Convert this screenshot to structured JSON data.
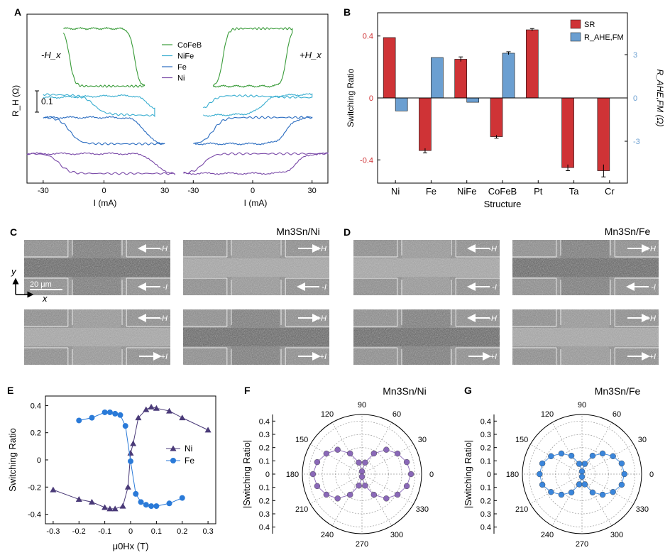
{
  "chart_data": [
    {
      "panel": "A",
      "type": "line",
      "ylabel": "R_H (Ω)",
      "xlabel": "I (mA)",
      "scale_bar_label": "0.1",
      "field_labels": [
        "-H_x",
        "+H_x"
      ],
      "subpanels": [
        {
          "field": "-H_x",
          "xlim": [
            -38,
            38
          ],
          "ticks": [
            -30,
            0,
            30
          ]
        },
        {
          "field": "+H_x",
          "xlim": [
            -38,
            38
          ],
          "ticks": [
            -30,
            0,
            30
          ]
        }
      ],
      "series": [
        {
          "name": "CoFeB",
          "color": "#3a9c3a"
        },
        {
          "name": "NiFe",
          "color": "#3aaed0"
        },
        {
          "name": "Fe",
          "color": "#2a6cc0"
        },
        {
          "name": "Ni",
          "color": "#7a4aa8"
        }
      ],
      "loops": [
        {
          "series": "CoFeB",
          "sub": 0,
          "high_x": [
            -20,
            12
          ],
          "x_range": [
            -20,
            20
          ],
          "sw": [
            -17,
            15
          ],
          "y": [
            0.93,
            0.58
          ],
          "tilt": 0
        },
        {
          "series": "CoFeB",
          "sub": 1,
          "high_x": [
            -12,
            20
          ],
          "x_range": [
            -20,
            20
          ],
          "sw": [
            -15,
            17
          ],
          "y": [
            0.93,
            0.58
          ],
          "tilt": 0
        },
        {
          "series": "NiFe",
          "sub": 0,
          "x_range": [
            -30,
            25
          ],
          "sw": [
            -5,
            22
          ],
          "y": [
            0.52,
            0.41
          ],
          "tilt": 0.01
        },
        {
          "series": "NiFe",
          "sub": 1,
          "x_range": [
            -25,
            30
          ],
          "sw": [
            -22,
            5
          ],
          "y": [
            0.52,
            0.41
          ],
          "tilt": 0.01
        },
        {
          "series": "Fe",
          "sub": 0,
          "x_range": [
            -30,
            30
          ],
          "sw": [
            -17,
            20
          ],
          "y": [
            0.39,
            0.23
          ],
          "tilt": 0
        },
        {
          "series": "Fe",
          "sub": 1,
          "x_range": [
            -30,
            30
          ],
          "sw": [
            -20,
            17
          ],
          "y": [
            0.39,
            0.23
          ],
          "tilt": 0
        },
        {
          "series": "Ni",
          "sub": 0,
          "x_range": [
            -38,
            35
          ],
          "sw": [
            -22,
            25
          ],
          "y": [
            0.17,
            0.05
          ],
          "tilt": 0
        },
        {
          "series": "Ni",
          "sub": 1,
          "x_range": [
            -35,
            38
          ],
          "sw": [
            -25,
            22
          ],
          "y": [
            0.17,
            0.05
          ],
          "tilt": 0
        }
      ]
    },
    {
      "panel": "B",
      "type": "bar",
      "categories": [
        "Ni",
        "Fe",
        "NiFe",
        "CoFeB",
        "Pt",
        "Ta",
        "Cr"
      ],
      "xlabel": "Structure",
      "ylabel": "Switching Ratio",
      "ylabel_right": "R_AHE,FM (Ω)",
      "ylim": [
        -0.55,
        0.55
      ],
      "ylim_right": [
        -5.9,
        5.9
      ],
      "yticks": [
        -0.4,
        0,
        0.4
      ],
      "yticks_right": [
        -3,
        0,
        3
      ],
      "series": [
        {
          "name": "SR",
          "axis": "left",
          "color": "#cf3336",
          "values": [
            0.39,
            -0.34,
            0.25,
            -0.25,
            0.44,
            -0.45,
            -0.47
          ],
          "errors": [
            0,
            0.015,
            0.015,
            0.01,
            0.008,
            0.02,
            0.04
          ]
        },
        {
          "name": "R_AHE,FM",
          "axis": "right",
          "color": "#6b9fd1",
          "values": [
            -0.9,
            2.8,
            -0.3,
            3.1,
            null,
            null,
            null
          ],
          "errors": [
            0,
            0,
            0,
            0.1,
            null,
            null,
            null
          ]
        }
      ],
      "legend": "top-right"
    },
    {
      "panel": "E",
      "type": "line",
      "xlabel": "μ0Hx (T)",
      "ylabel": "Switching Ratio",
      "xlim": [
        -0.33,
        0.33
      ],
      "ylim": [
        -0.47,
        0.47
      ],
      "xticks": [
        -0.3,
        -0.2,
        -0.1,
        0,
        0.1,
        0.2,
        0.3
      ],
      "yticks": [
        -0.4,
        -0.2,
        0,
        0.2,
        0.4
      ],
      "series": [
        {
          "name": "Ni",
          "color": "#4a3a78",
          "marker": "triangle",
          "x": [
            -0.3,
            -0.2,
            -0.15,
            -0.1,
            -0.08,
            -0.06,
            -0.03,
            -0.01,
            0,
            0.01,
            0.03,
            0.06,
            0.08,
            0.1,
            0.15,
            0.2,
            0.3
          ],
          "y": [
            -0.22,
            -0.29,
            -0.31,
            -0.35,
            -0.36,
            -0.36,
            -0.34,
            -0.2,
            0.05,
            0.12,
            0.31,
            0.37,
            0.39,
            0.38,
            0.36,
            0.31,
            0.22
          ]
        },
        {
          "name": "Fe",
          "color": "#2a7ad8",
          "marker": "circle",
          "x": [
            -0.2,
            -0.15,
            -0.1,
            -0.08,
            -0.06,
            -0.04,
            -0.02,
            0,
            0.02,
            0.04,
            0.06,
            0.08,
            0.1,
            0.15,
            0.2
          ],
          "y": [
            0.29,
            0.31,
            0.35,
            0.35,
            0.34,
            0.33,
            0.25,
            -0.01,
            -0.25,
            -0.31,
            -0.33,
            -0.34,
            -0.34,
            -0.32,
            -0.28
          ]
        }
      ],
      "legend": "right"
    },
    {
      "panel": "F",
      "type": "scatter",
      "title": "Mn3Sn/Ni",
      "ylabel": "|Switching Ratio|",
      "radial_max": 0.45,
      "radial_ticks": [
        0.4,
        0.3,
        0.2,
        0.1,
        0,
        0.1,
        0.2,
        0.3,
        0.4
      ],
      "angle_ticks": [
        0,
        30,
        60,
        90,
        120,
        150,
        180,
        210,
        240,
        270,
        300,
        330
      ],
      "color": "#8a68b8",
      "theta": [
        0,
        15,
        30,
        45,
        60,
        75,
        90,
        105,
        120,
        135,
        150,
        165,
        180,
        195,
        210,
        225,
        240,
        255,
        270,
        285,
        300,
        315,
        330,
        345
      ],
      "r": [
        0.37,
        0.35,
        0.31,
        0.26,
        0.18,
        0.09,
        0.02,
        0.09,
        0.18,
        0.26,
        0.31,
        0.35,
        0.37,
        0.35,
        0.31,
        0.26,
        0.18,
        0.09,
        0.02,
        0.09,
        0.18,
        0.26,
        0.31,
        0.35
      ]
    },
    {
      "panel": "G",
      "type": "scatter",
      "title": "Mn3Sn/Fe",
      "ylabel": "|Switching Ratio|",
      "radial_max": 0.45,
      "radial_ticks": [
        0.4,
        0.3,
        0.2,
        0.1,
        0,
        0.1,
        0.2,
        0.3,
        0.4
      ],
      "angle_ticks": [
        0,
        30,
        60,
        90,
        120,
        150,
        180,
        210,
        240,
        270,
        300,
        330
      ],
      "color": "#3a86dc",
      "theta": [
        0,
        15,
        30,
        45,
        60,
        75,
        90,
        105,
        120,
        135,
        150,
        165,
        180,
        195,
        210,
        225,
        240,
        255,
        270,
        285,
        300,
        315,
        330,
        345
      ],
      "r": [
        0.32,
        0.31,
        0.27,
        0.22,
        0.16,
        0.08,
        0.02,
        0.08,
        0.16,
        0.22,
        0.27,
        0.31,
        0.32,
        0.31,
        0.27,
        0.22,
        0.16,
        0.08,
        0.02,
        0.08,
        0.16,
        0.22,
        0.27,
        0.31
      ]
    }
  ],
  "panel_letters": [
    "A",
    "B",
    "C",
    "D",
    "E",
    "F",
    "G"
  ],
  "images": {
    "C": {
      "title": "Mn3Sn/Ni",
      "scale_bar": "20 μm",
      "axis_y": "y",
      "axis_x": "x",
      "tiles": [
        {
          "field": "-H",
          "current": "-I",
          "tone": "dark"
        },
        {
          "field": "+H",
          "current": "-I",
          "tone": "light"
        },
        {
          "field": "-H",
          "current": "+I",
          "tone": "light"
        },
        {
          "field": "+H",
          "current": "+I",
          "tone": "dark"
        }
      ]
    },
    "D": {
      "title": "Mn3Sn/Fe",
      "tiles": [
        {
          "field": "-H",
          "current": "-I",
          "tone": "light"
        },
        {
          "field": "+H",
          "current": "-I",
          "tone": "dark"
        },
        {
          "field": "-H",
          "current": "+I",
          "tone": "dark"
        },
        {
          "field": "+H",
          "current": "+I",
          "tone": "light"
        }
      ]
    }
  }
}
